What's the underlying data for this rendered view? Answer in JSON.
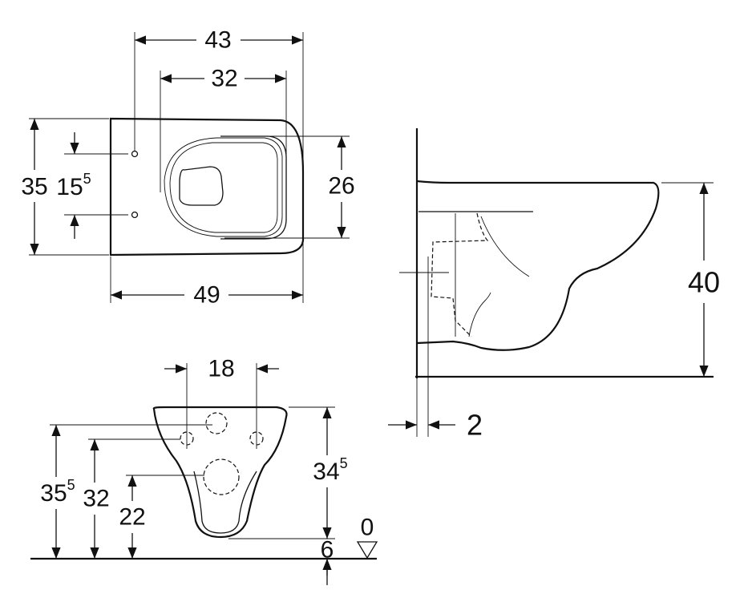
{
  "top_view": {
    "dim_overall_width": "43",
    "dim_seat_width": "32",
    "dim_depth": "35",
    "dim_hole_spacing_main": "15",
    "dim_hole_spacing_sup": "5",
    "dim_seat_inner": "26",
    "dim_length": "49"
  },
  "side_view": {
    "dim_height": "40",
    "dim_wall_gap": "2"
  },
  "front_view": {
    "dim_bolt_spacing": "18",
    "dim_top_main": "35",
    "dim_top_sup": "5",
    "dim_bolts": "32",
    "dim_outlet": "22",
    "dim_bowl_height_main": "34",
    "dim_bowl_height_sup": "5",
    "dim_zero": "0",
    "dim_floor_gap": "6"
  }
}
